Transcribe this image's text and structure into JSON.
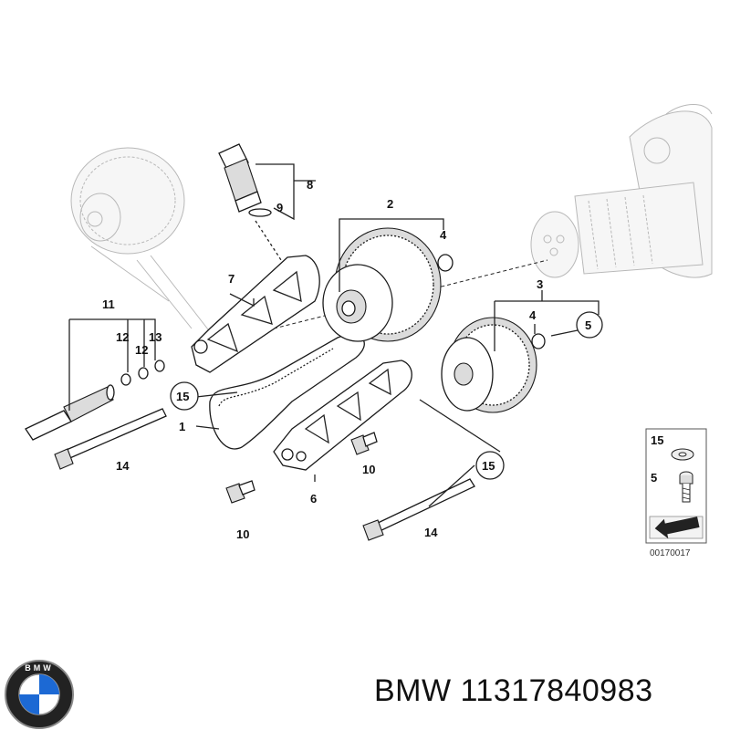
{
  "callouts": {
    "c1": "1",
    "c2": "2",
    "c3": "3",
    "c4a": "4",
    "c4b": "4",
    "c5": "5",
    "c6": "6",
    "c7": "7",
    "c8": "8",
    "c9": "9",
    "c10a": "10",
    "c10b": "10",
    "c11": "11",
    "c12a": "12",
    "c12b": "12",
    "c13": "13",
    "c14a": "14",
    "c14b": "14",
    "c15a": "15",
    "c15b": "15"
  },
  "legend": {
    "item_15": "15",
    "item_5": "5",
    "drawing_number": "00170017"
  },
  "logo": {
    "text": "BMW",
    "brand_blue": "#1c69d4"
  },
  "caption": {
    "brand": "BMW",
    "part_number": "11317840983"
  }
}
